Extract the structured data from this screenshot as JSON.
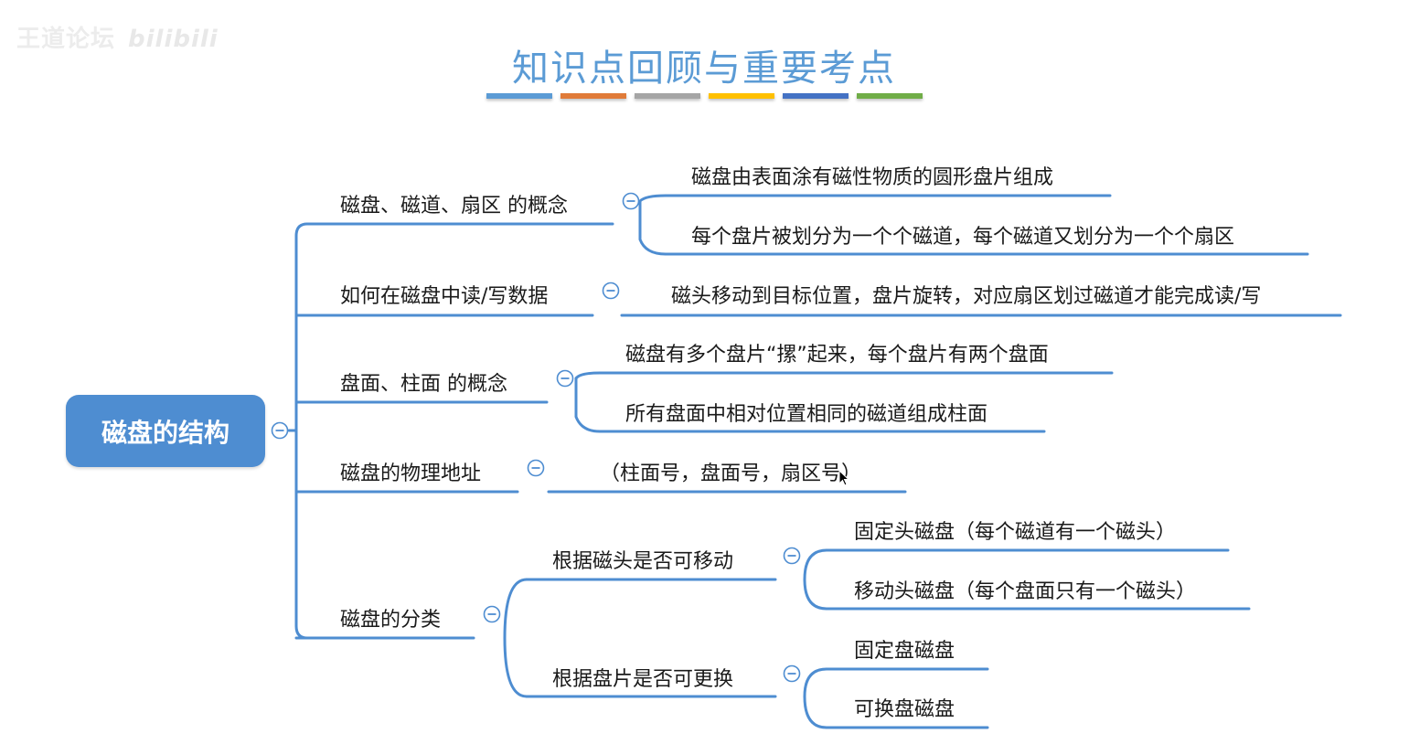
{
  "watermark": {
    "text": "王道论坛",
    "logo": "bilibili"
  },
  "title": "知识点回顾与重要考点",
  "title_bar_colors": [
    "#5b9bd5",
    "#e07b39",
    "#a5a5a5",
    "#ffc000",
    "#4472c4",
    "#70ad47"
  ],
  "colors": {
    "line": "#4e8dd1",
    "root_bg": "#4e8dd1",
    "title": "#5b9bd5"
  },
  "root": {
    "label": "磁盘的结构"
  },
  "branches": [
    {
      "label": "磁盘、磁道、扇区 的概念",
      "children": [
        {
          "label": "磁盘由表面涂有磁性物质的圆形盘片组成"
        },
        {
          "label": "每个盘片被划分为一个个磁道，每个磁道又划分为一个个扇区"
        }
      ]
    },
    {
      "label": "如何在磁盘中读/写数据",
      "children": [
        {
          "label": "磁头移动到目标位置，盘片旋转，对应扇区划过磁道才能完成读/写"
        }
      ]
    },
    {
      "label": "盘面、柱面 的概念",
      "children": [
        {
          "label": "磁盘有多个盘片“摞”起来，每个盘片有两个盘面"
        },
        {
          "label": "所有盘面中相对位置相同的磁道组成柱面"
        }
      ]
    },
    {
      "label": "磁盘的物理地址",
      "children": [
        {
          "label": "（柱面号，盘面号，扇区号）"
        }
      ]
    },
    {
      "label": "磁盘的分类",
      "children": [
        {
          "label": "根据磁头是否可移动",
          "children": [
            {
              "label": "固定头磁盘（每个磁道有一个磁头）"
            },
            {
              "label": "移动头磁盘（每个盘面只有一个磁头）"
            }
          ]
        },
        {
          "label": "根据盘片是否可更换",
          "children": [
            {
              "label": "固定盘磁盘"
            },
            {
              "label": "可换盘磁盘"
            }
          ]
        }
      ]
    }
  ]
}
